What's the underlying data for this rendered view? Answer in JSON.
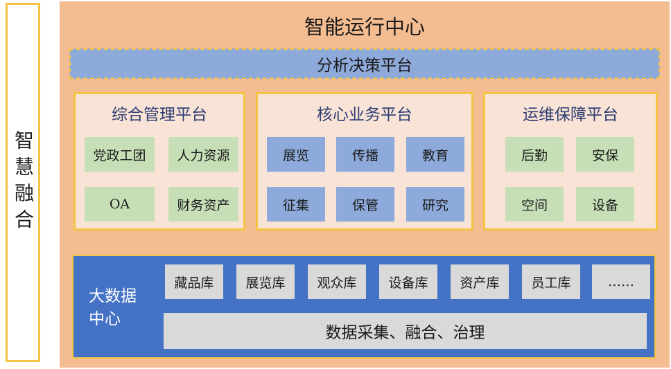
{
  "side_label": "智慧融合",
  "title": "智能运行中心",
  "decision_platform": "分析决策平台",
  "platforms": [
    {
      "title": "综合管理平台",
      "items": [
        "党政工团",
        "人力资源",
        "OA",
        "财务资产"
      ]
    },
    {
      "title": "核心业务平台",
      "items": [
        "展览",
        "传播",
        "教育",
        "征集",
        "保管",
        "研究"
      ]
    },
    {
      "title": "运维保障平台",
      "items": [
        "后勤",
        "安保",
        "空间",
        "设备"
      ]
    }
  ],
  "big_data": {
    "title": "大数据中心",
    "databases": [
      "藏品库",
      "展览库",
      "观众库",
      "设备库",
      "资产库",
      "员工库",
      "……"
    ],
    "pipeline": "数据采集、融合、治理"
  },
  "colors": {
    "outer_bg": "#f4bc91",
    "border_gold": "#f5c342",
    "decision_blue": "#8eaadb",
    "panel_bg": "#f9e3d6",
    "green_item": "#c7dfb7",
    "bigdata_blue": "#4472c4",
    "gray_item": "#d9d9d9"
  }
}
